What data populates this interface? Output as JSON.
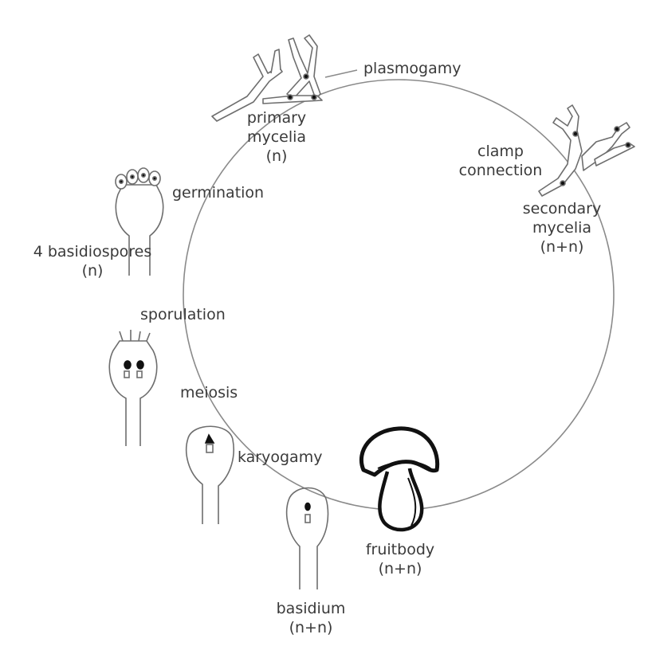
{
  "diagram": {
    "labels": {
      "plasmogamy": "plasmogamy",
      "primary_mycelia": "primary",
      "primary_mycelia_2": "mycelia",
      "primary_mycelia_ploidy": "(n)",
      "clamp_connection": "clamp",
      "clamp_connection_2": "connection",
      "secondary_mycelia": "secondary",
      "secondary_mycelia_2": "mycelia",
      "secondary_mycelia_ploidy": "(n+n)",
      "germination": "germination",
      "basidiospores": "4 basidiospores",
      "basidiospores_ploidy": "(n)",
      "sporulation": "sporulation",
      "meiosis": "meiosis",
      "karyogamy": "karyogamy",
      "fruitbody": "fruitbody",
      "fruitbody_ploidy": "(n+n)",
      "basidium": "basidium",
      "basidium_ploidy": "(n+n)"
    },
    "colors": {
      "line": "#7a7a7a",
      "ink": "#111111",
      "text": "#3a3a3a"
    }
  }
}
